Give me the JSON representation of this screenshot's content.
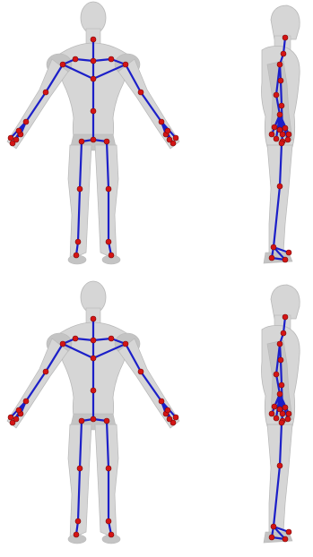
{
  "figure": {
    "colors": {
      "background": "#ffffff",
      "body_fill": "#d6d6d6",
      "body_edge": "#b8b8b8",
      "body_shade": "#c4c4c4",
      "bone": "#1c1fc8",
      "joint": "#d41414",
      "joint_edge": "#7a0a0a"
    },
    "panels": [
      {
        "name": "front-view-top",
        "view": "front"
      },
      {
        "name": "side-view-top",
        "view": "side"
      },
      {
        "name": "front-view-bottom",
        "view": "front"
      },
      {
        "name": "side-view-bottom",
        "view": "side"
      }
    ]
  }
}
